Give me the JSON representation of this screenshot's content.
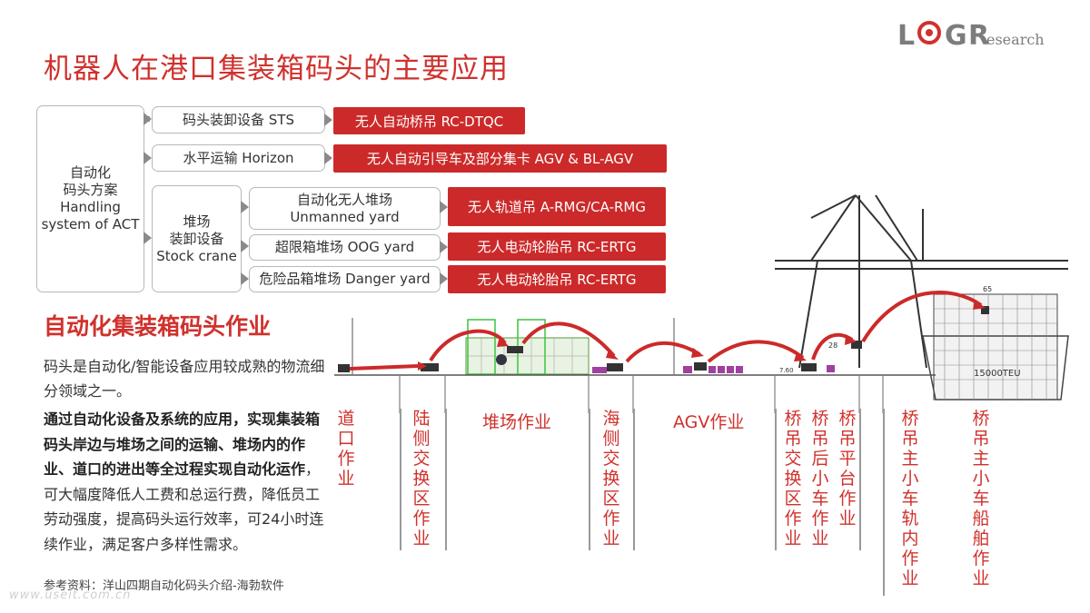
{
  "title": "机器人在港口集装箱码头的主要应用",
  "logo": {
    "l": "L",
    "g": "G",
    "r": "R",
    "rest": "esearch"
  },
  "tree": {
    "root": [
      "自动化",
      "码头方案",
      "Handling",
      "system of ACT"
    ],
    "level1": [
      {
        "label": "码头装卸设备 STS",
        "red": "无人自动桥吊 RC-DTQC"
      },
      {
        "label": "水平运输 Horizon",
        "red": "无人自动引导车及部分集卡 AGV & BL-AGV"
      }
    ],
    "stock": {
      "label": [
        "堆场",
        "装卸设备",
        "Stock crane"
      ],
      "children": [
        {
          "label": [
            "自动化无人堆场",
            "Unmanned yard"
          ],
          "red": "无人轨道吊 A-RMG/CA-RMG"
        },
        {
          "label": [
            "超限箱堆场 OOG yard"
          ],
          "red": "无人电动轮胎吊 RC-ERTG"
        },
        {
          "label": [
            "危险品箱堆场 Danger yard"
          ],
          "red": "无人电动轮胎吊 RC-ERTG"
        }
      ]
    }
  },
  "subtitle": "自动化集装箱码头作业",
  "para1": "码头是自动化/智能设备应用较成熟的物流细分领域之一。",
  "para2_bold": "通过自动化设备及系统的应用，实现集装箱码头岸边与堆场之间的运输、堆场内的作业、道口的进出等全过程实现自动化运作",
  "para2_rest": "，可大幅度降低人工费和总运行费，降低员工劳动强度，提高码头运行效率，可24小时连续作业，满足客户多样性需求。",
  "reference": "参考资料：洋山四期自动化码头介绍-海勃软件",
  "watermark": "www.useit.com.cn",
  "diagram_labels": {
    "road": "道口作业",
    "land_exchange": "陆侧交换区作业",
    "yard": "堆场作业",
    "sea_exchange": "海侧交换区作业",
    "agv": "AGV作业",
    "crane_exchange": "桥吊交换区作业",
    "rear_trolley": "桥吊后小车作业",
    "platform": "桥吊平台作业",
    "main_rail": "桥吊主小车轨内作业",
    "main_ship": "桥吊主小车船舶作业"
  },
  "drawing_text": {
    "ship_label": "15000TEU",
    "n28": "28",
    "n65": "65",
    "n760": "7.60"
  },
  "colors": {
    "accent": "#d0312d",
    "red_box": "#cc2a2a",
    "grey": "#8a8a8a"
  }
}
